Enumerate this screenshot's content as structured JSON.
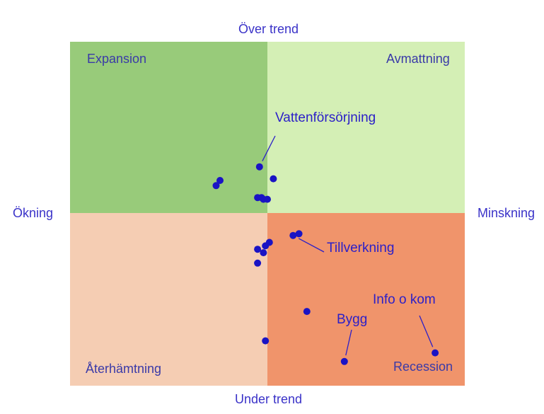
{
  "chart_data": {
    "type": "scatter",
    "title": "",
    "xlabel": "",
    "ylabel": "",
    "axes": {
      "top": "Över trend",
      "bottom": "Under trend",
      "left": "Ökning",
      "right": "Minskning"
    },
    "xlim": [
      -1,
      1
    ],
    "ylim": [
      -1,
      1
    ],
    "grid": false,
    "legend": "none",
    "quadrants": [
      {
        "name": "Expansion",
        "position": "top-left",
        "color": "#98cb7a"
      },
      {
        "name": "Avmattning",
        "position": "top-right",
        "color": "#d4efb5"
      },
      {
        "name": "Återhämtning",
        "position": "bottom-left",
        "color": "#f5cdb3"
      },
      {
        "name": "Recession",
        "position": "bottom-right",
        "color": "#f0946b"
      }
    ],
    "point_color": "#1a13c4",
    "points": [
      {
        "x": -0.04,
        "y": 0.27,
        "label": "Vattenförsörjning"
      },
      {
        "x": 0.03,
        "y": 0.2,
        "label": ""
      },
      {
        "x": -0.24,
        "y": 0.19,
        "label": ""
      },
      {
        "x": -0.26,
        "y": 0.16,
        "label": ""
      },
      {
        "x": -0.05,
        "y": 0.09,
        "label": ""
      },
      {
        "x": -0.03,
        "y": 0.09,
        "label": ""
      },
      {
        "x": -0.02,
        "y": 0.08,
        "label": ""
      },
      {
        "x": 0.0,
        "y": 0.08,
        "label": ""
      },
      {
        "x": 0.16,
        "y": -0.12,
        "label": ""
      },
      {
        "x": 0.13,
        "y": -0.13,
        "label": "Tillverkning"
      },
      {
        "x": 0.01,
        "y": -0.17,
        "label": ""
      },
      {
        "x": -0.01,
        "y": -0.19,
        "label": ""
      },
      {
        "x": -0.05,
        "y": -0.21,
        "label": ""
      },
      {
        "x": -0.02,
        "y": -0.23,
        "label": ""
      },
      {
        "x": -0.05,
        "y": -0.29,
        "label": ""
      },
      {
        "x": 0.2,
        "y": -0.57,
        "label": ""
      },
      {
        "x": -0.01,
        "y": -0.74,
        "label": ""
      },
      {
        "x": 0.39,
        "y": -0.86,
        "label": "Bygg"
      },
      {
        "x": 0.85,
        "y": -0.81,
        "label": "Info o kom"
      }
    ]
  }
}
